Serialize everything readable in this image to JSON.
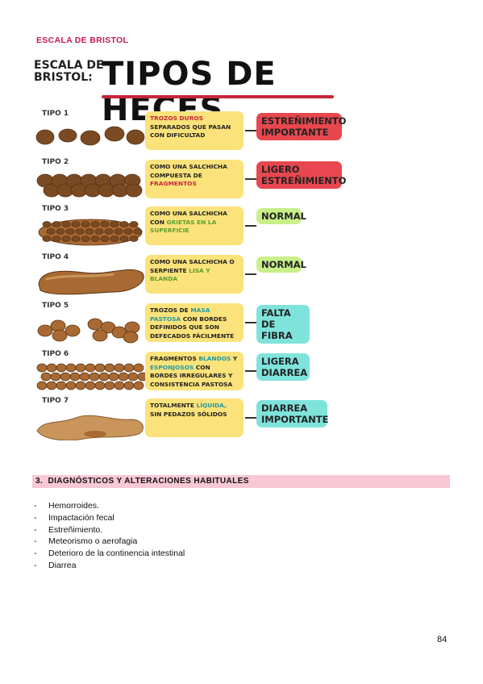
{
  "header": {
    "title": "ESCALA DE BRISTOL"
  },
  "infographic": {
    "head_line1": "ESCALA DE",
    "head_line2": "BRISTOL:",
    "title": "TIPOS DE HECES",
    "rows": [
      {
        "type": "TIPO 1",
        "desc": [
          "TROZOS DUROS",
          " SEPARADOS QUE PASAN CON DIFICULTAD"
        ],
        "result": "ESTREÑIMIENTO IMPORTANTE",
        "result_color": "#e8474f"
      },
      {
        "type": "TIPO 2",
        "desc": [
          "COMO UNA SALCHICHA COMPUESTA DE ",
          "FRAGMENTOS"
        ],
        "result": "LIGERO ESTREÑIMIENTO",
        "result_color": "#e8474f"
      },
      {
        "type": "TIPO 3",
        "desc": [
          "COMO UNA SALCHICHA CON ",
          "GRIETAS EN LA SUPERFICIE"
        ],
        "result": "NORMAL",
        "result_color": "#c8ef8a"
      },
      {
        "type": "TIPO 4",
        "desc": [
          "COMO UNA SALCHICHA O SERPIENTE ",
          "LISA Y BLANDA"
        ],
        "result": "NORMAL",
        "result_color": "#c8ef8a"
      },
      {
        "type": "TIPO 5",
        "desc": [
          "TROZOS DE ",
          "MASA PASTOSA",
          " CON BORDES DEFINIDOS QUE SON DEFECADOS FÁCILMENTE"
        ],
        "result": "FALTA DE FIBRA",
        "result_color": "#7fe3dc"
      },
      {
        "type": "TIPO 6",
        "desc": [
          "FRAGMENTOS ",
          "BLANDOS",
          " Y ",
          "ESPONJOSOS",
          " CON BORDES IRREGULARES Y CONSISTENCIA PASTOSA"
        ],
        "result": "LIGERA DIARREA",
        "result_color": "#7fe3dc"
      },
      {
        "type": "TIPO 7",
        "desc": [
          "TOTALMENTE ",
          "LÍQUIDA,",
          " SIN PEDAZOS SÓLIDOS"
        ],
        "result": "DIARREA IMPORTANTE",
        "result_color": "#7fe3dc"
      }
    ],
    "stool_colors": {
      "dark": "#7a4a22",
      "mid": "#a86a32",
      "light": "#c9955a"
    }
  },
  "section": {
    "number": "3.",
    "title": "DIAGNÓSTICOS Y ALTERACIONES HABITUALES"
  },
  "list": {
    "bullet": "-",
    "items": [
      "Hemorroides.",
      "Impactación fecal",
      "Estreñimiento.",
      "Meteorismo o aerofagia",
      "Deterioro de la continencia intestinal",
      "Diarrea"
    ]
  },
  "footer": {
    "page_number": "84"
  }
}
